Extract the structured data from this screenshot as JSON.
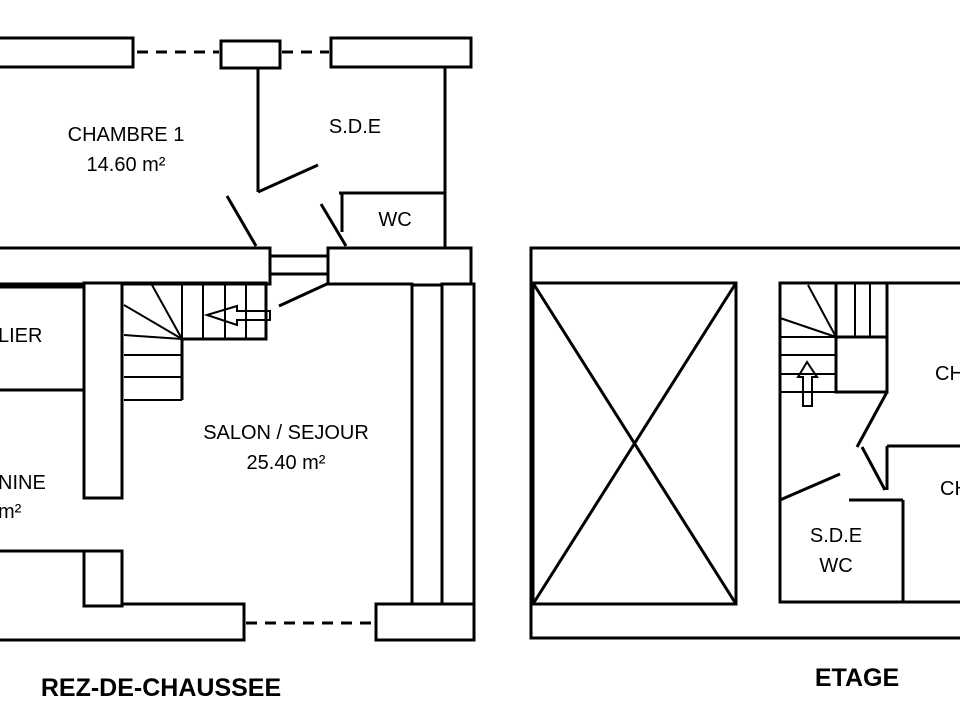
{
  "ground_floor": {
    "title": "REZ-DE-CHAUSSEE",
    "rooms": [
      {
        "name": "CHAMBRE 1",
        "area": "14.60 m²"
      },
      {
        "name": "S.D.E"
      },
      {
        "name": "WC"
      },
      {
        "name": "LIER"
      },
      {
        "name": "NINE",
        "area": "m²"
      },
      {
        "name": "SALON / SEJOUR",
        "area": "25.40 m²"
      }
    ]
  },
  "upper_floor": {
    "title": "ETAGE",
    "rooms": [
      {
        "name": "CH"
      },
      {
        "name": "CH"
      },
      {
        "name": "S.D.E",
        "sub": "WC"
      }
    ]
  }
}
